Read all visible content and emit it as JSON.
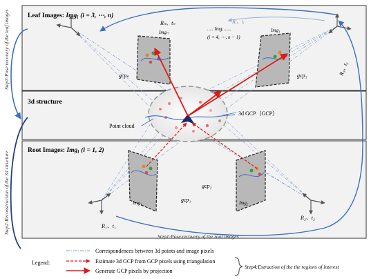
{
  "panels": {
    "leaf_title_prefix": "Leaf Images: ",
    "leaf_title_math": "Img",
    "leaf_title_sub": "i",
    "leaf_title_range": "(i = 3, ⋯, n)",
    "structure_title": "3d structure",
    "root_title_prefix": "Root Images: ",
    "root_title_math": "Img",
    "root_title_sub": "i",
    "root_title_range": "(i = 1, 2)"
  },
  "steps": {
    "step1": "Step1:Pose recovery of the root images",
    "step2": "Step2:Reconstruction of the 3d structure",
    "step3": "Step3:Pose recovery of the leaf images",
    "step4": "Step4:Extraction of the the regions of interest"
  },
  "labels": {
    "pose_n": "Rₙ、tₙ",
    "pose_i": "Rᵢ、tᵢ",
    "pose_3": "R₃、t₃",
    "pose_1": "R₁、t₁",
    "pose_2": "R₂、t₂",
    "img_n": "Imgₙ",
    "img_i": "..... Imgᵢ ......",
    "img_i_range": "(i = 4, ⋯, n − 1)",
    "img_3": "Img₃",
    "img_1": "Img₁",
    "img_2": "Img₂",
    "gcp_n": "gcpₙ",
    "gcp_3": "gcp₃",
    "gcp_1": "gcp₁",
    "gcp_2": "gcp₂",
    "point_cloud": "Point cloud",
    "gcp_3d": "3d GCP（GCP）"
  },
  "legend": {
    "title": "Legend:",
    "item1": "Correspondences between 3d points and image pixels",
    "item2": "Estimate 3d GCP from GCP pixels using triangulation",
    "item3": "Generate GCP pixels by projection"
  },
  "colors": {
    "blue": "#3a6fc4",
    "red": "#e01818",
    "panel_fill": "#f2f2f2",
    "plane_fill": "#b8b8b8"
  }
}
